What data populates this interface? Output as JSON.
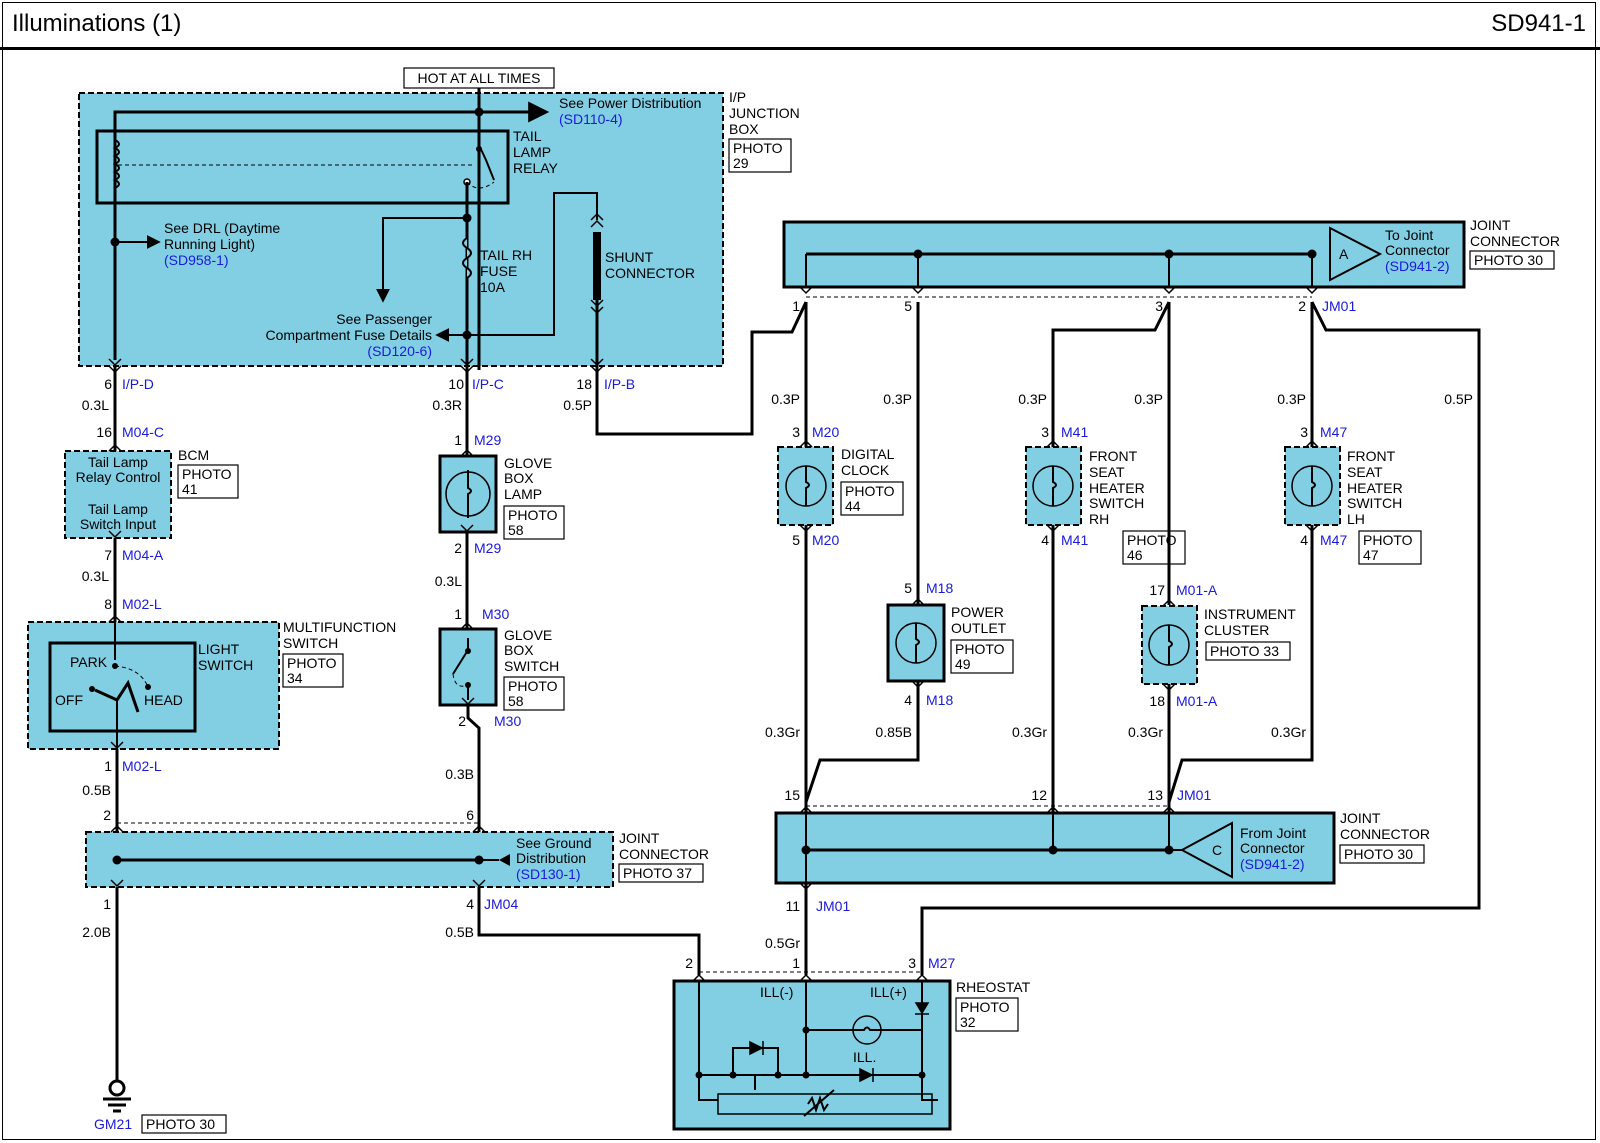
{
  "header": {
    "title": "Illuminations (1)",
    "page_code": "SD941-1"
  },
  "power": {
    "hot_label": "HOT AT ALL TIMES"
  },
  "junction_box": {
    "name_1": "I/P",
    "name_2": "JUNCTION",
    "name_3": "BOX",
    "photo_1": "PHOTO",
    "photo_2": "29",
    "power_dist_1": "See Power Distribution",
    "power_dist_2": "(SD110-4)",
    "relay_1": "TAIL",
    "relay_2": "LAMP",
    "relay_3": "RELAY",
    "drl_1": "See DRL (Daytime",
    "drl_2": "Running Light)",
    "drl_3": "(SD958-1)",
    "fuse_1": "TAIL RH",
    "fuse_2": "FUSE",
    "fuse_3": "10A",
    "shunt_1": "SHUNT",
    "shunt_2": "CONNECTOR",
    "pass_1": "See Passenger",
    "pass_2": "Compartment Fuse Details",
    "pass_3": "(SD120-6)"
  },
  "left_branch": {
    "ipd_pin": "6",
    "ipd_conn": "I/P-D",
    "wire1": "0.3L",
    "m04c_pin": "16",
    "m04c_conn": "M04-C",
    "bcm_1": "Tail Lamp",
    "bcm_2": "Relay Control",
    "bcm_3": "Tail Lamp",
    "bcm_4": "Switch Input",
    "bcm_name": "BCM",
    "bcm_photo_1": "PHOTO",
    "bcm_photo_2": "41",
    "m04a_pin": "7",
    "m04a_conn": "M04-A",
    "wire2": "0.3L",
    "m02l_pin_top": "8",
    "m02l_conn_top": "M02-L",
    "sw_park": "PARK",
    "sw_off": "OFF",
    "sw_head": "HEAD",
    "sw_name_1": "LIGHT",
    "sw_name_2": "SWITCH",
    "mf_1": "MULTIFUNCTION",
    "mf_2": "SWITCH",
    "mf_photo_1": "PHOTO",
    "mf_photo_2": "34",
    "m02l_pin_bot": "1",
    "m02l_conn_bot": "M02-L",
    "wire3": "0.5B",
    "jc_pin_top": "2",
    "jc_pin_bot": "1",
    "wire4": "2.0B",
    "ground_id": "GM21",
    "ground_photo": "PHOTO 30"
  },
  "middle_branch": {
    "ipc_pin": "10",
    "ipc_conn": "I/P-C",
    "wire1": "0.3R",
    "m29_pin_top": "1",
    "m29_conn_top": "M29",
    "lamp_1": "GLOVE",
    "lamp_2": "BOX",
    "lamp_3": "LAMP",
    "lamp_photo_1": "PHOTO",
    "lamp_photo_2": "58",
    "m29_pin_bot": "2",
    "m29_conn_bot": "M29",
    "wire2": "0.3L",
    "m30_pin_top": "1",
    "m30_conn_top": "M30",
    "switch_1": "GLOVE",
    "switch_2": "BOX",
    "switch_3": "SWITCH",
    "switch_photo_1": "PHOTO",
    "switch_photo_2": "58",
    "m30_pin_bot": "2",
    "m30_conn_bot": "M30",
    "wire3": "0.3B",
    "jc_pin_top": "6",
    "jm04_pin": "4",
    "jm04_conn": "JM04",
    "wire4": "0.5B"
  },
  "ground_joint": {
    "see_1": "See Ground",
    "see_2": "Distribution",
    "see_3": "(SD130-1)",
    "name_1": "JOINT",
    "name_2": "CONNECTOR",
    "photo": "PHOTO 37"
  },
  "ipb": {
    "pin": "18",
    "conn": "I/P-B",
    "wire": "0.5P"
  },
  "joint_top": {
    "to_1": "To Joint",
    "to_2": "Connector",
    "to_3": "(SD941-2)",
    "tri_letter": "A",
    "name_1": "JOINT",
    "name_2": "CONNECTOR",
    "photo": "PHOTO 30",
    "pin1": "1",
    "pin5": "5",
    "pin3": "3",
    "pin2": "2",
    "conn": "JM01"
  },
  "loads": {
    "clock_wire": "0.3P",
    "clock_pin_top": "3",
    "clock_conn_top": "M20",
    "clock_1": "DIGITAL",
    "clock_2": "CLOCK",
    "clock_photo_1": "PHOTO",
    "clock_photo_2": "44",
    "clock_pin_bot": "5",
    "clock_conn_bot": "M20",
    "clock_wire_bot": "0.3Gr",
    "outlet_wire": "0.3P",
    "outlet_pin_top": "5",
    "outlet_conn_top": "M18",
    "outlet_1": "POWER",
    "outlet_2": "OUTLET",
    "outlet_photo_1": "PHOTO",
    "outlet_photo_2": "49",
    "outlet_pin_bot": "4",
    "outlet_conn_bot": "M18",
    "outlet_wire_bot": "0.85B",
    "rh_wire": "0.3P",
    "rh_pin_top": "3",
    "rh_conn_top": "M41",
    "rh_1": "FRONT",
    "rh_2": "SEAT",
    "rh_3": "HEATER",
    "rh_4": "SWITCH",
    "rh_5": "RH",
    "rh_photo_1": "PHOTO",
    "rh_photo_2": "46",
    "rh_pin_bot": "4",
    "rh_conn_bot": "M41",
    "rh_wire_bot": "0.3Gr",
    "ic_wire": "0.3P",
    "ic_pin_top": "17",
    "ic_conn_top": "M01-A",
    "ic_1": "INSTRUMENT",
    "ic_2": "CLUSTER",
    "ic_photo": "PHOTO 33",
    "ic_pin_bot": "18",
    "ic_conn_bot": "M01-A",
    "ic_wire_bot": "0.3Gr",
    "lh_wire": "0.3P",
    "lh_pin_top": "3",
    "lh_conn_top": "M47",
    "lh_1": "FRONT",
    "lh_2": "SEAT",
    "lh_3": "HEATER",
    "lh_4": "SWITCH",
    "lh_5": "LH",
    "lh_photo_1": "PHOTO",
    "lh_photo_2": "47",
    "lh_pin_bot": "4",
    "lh_conn_bot": "M47",
    "lh_wire_bot": "0.3Gr",
    "right_wire": "0.5P"
  },
  "joint_bottom": {
    "pin15": "15",
    "pin12": "12",
    "pin13": "13",
    "conn": "JM01",
    "from_1": "From Joint",
    "from_2": "Connector",
    "from_3": "(SD941-2)",
    "tri_letter": "C",
    "name_1": "JOINT",
    "name_2": "CONNECTOR",
    "photo": "PHOTO 30",
    "pin11": "11",
    "conn11": "JM01",
    "wire11": "0.5Gr"
  },
  "rheostat": {
    "pin2": "2",
    "pin1": "1",
    "pin3": "3",
    "conn": "M27",
    "ill_neg": "ILL(-)",
    "ill_pos": "ILL(+)",
    "ill": "ILL.",
    "name": "RHEOSTAT",
    "photo_1": "PHOTO",
    "photo_2": "32"
  }
}
